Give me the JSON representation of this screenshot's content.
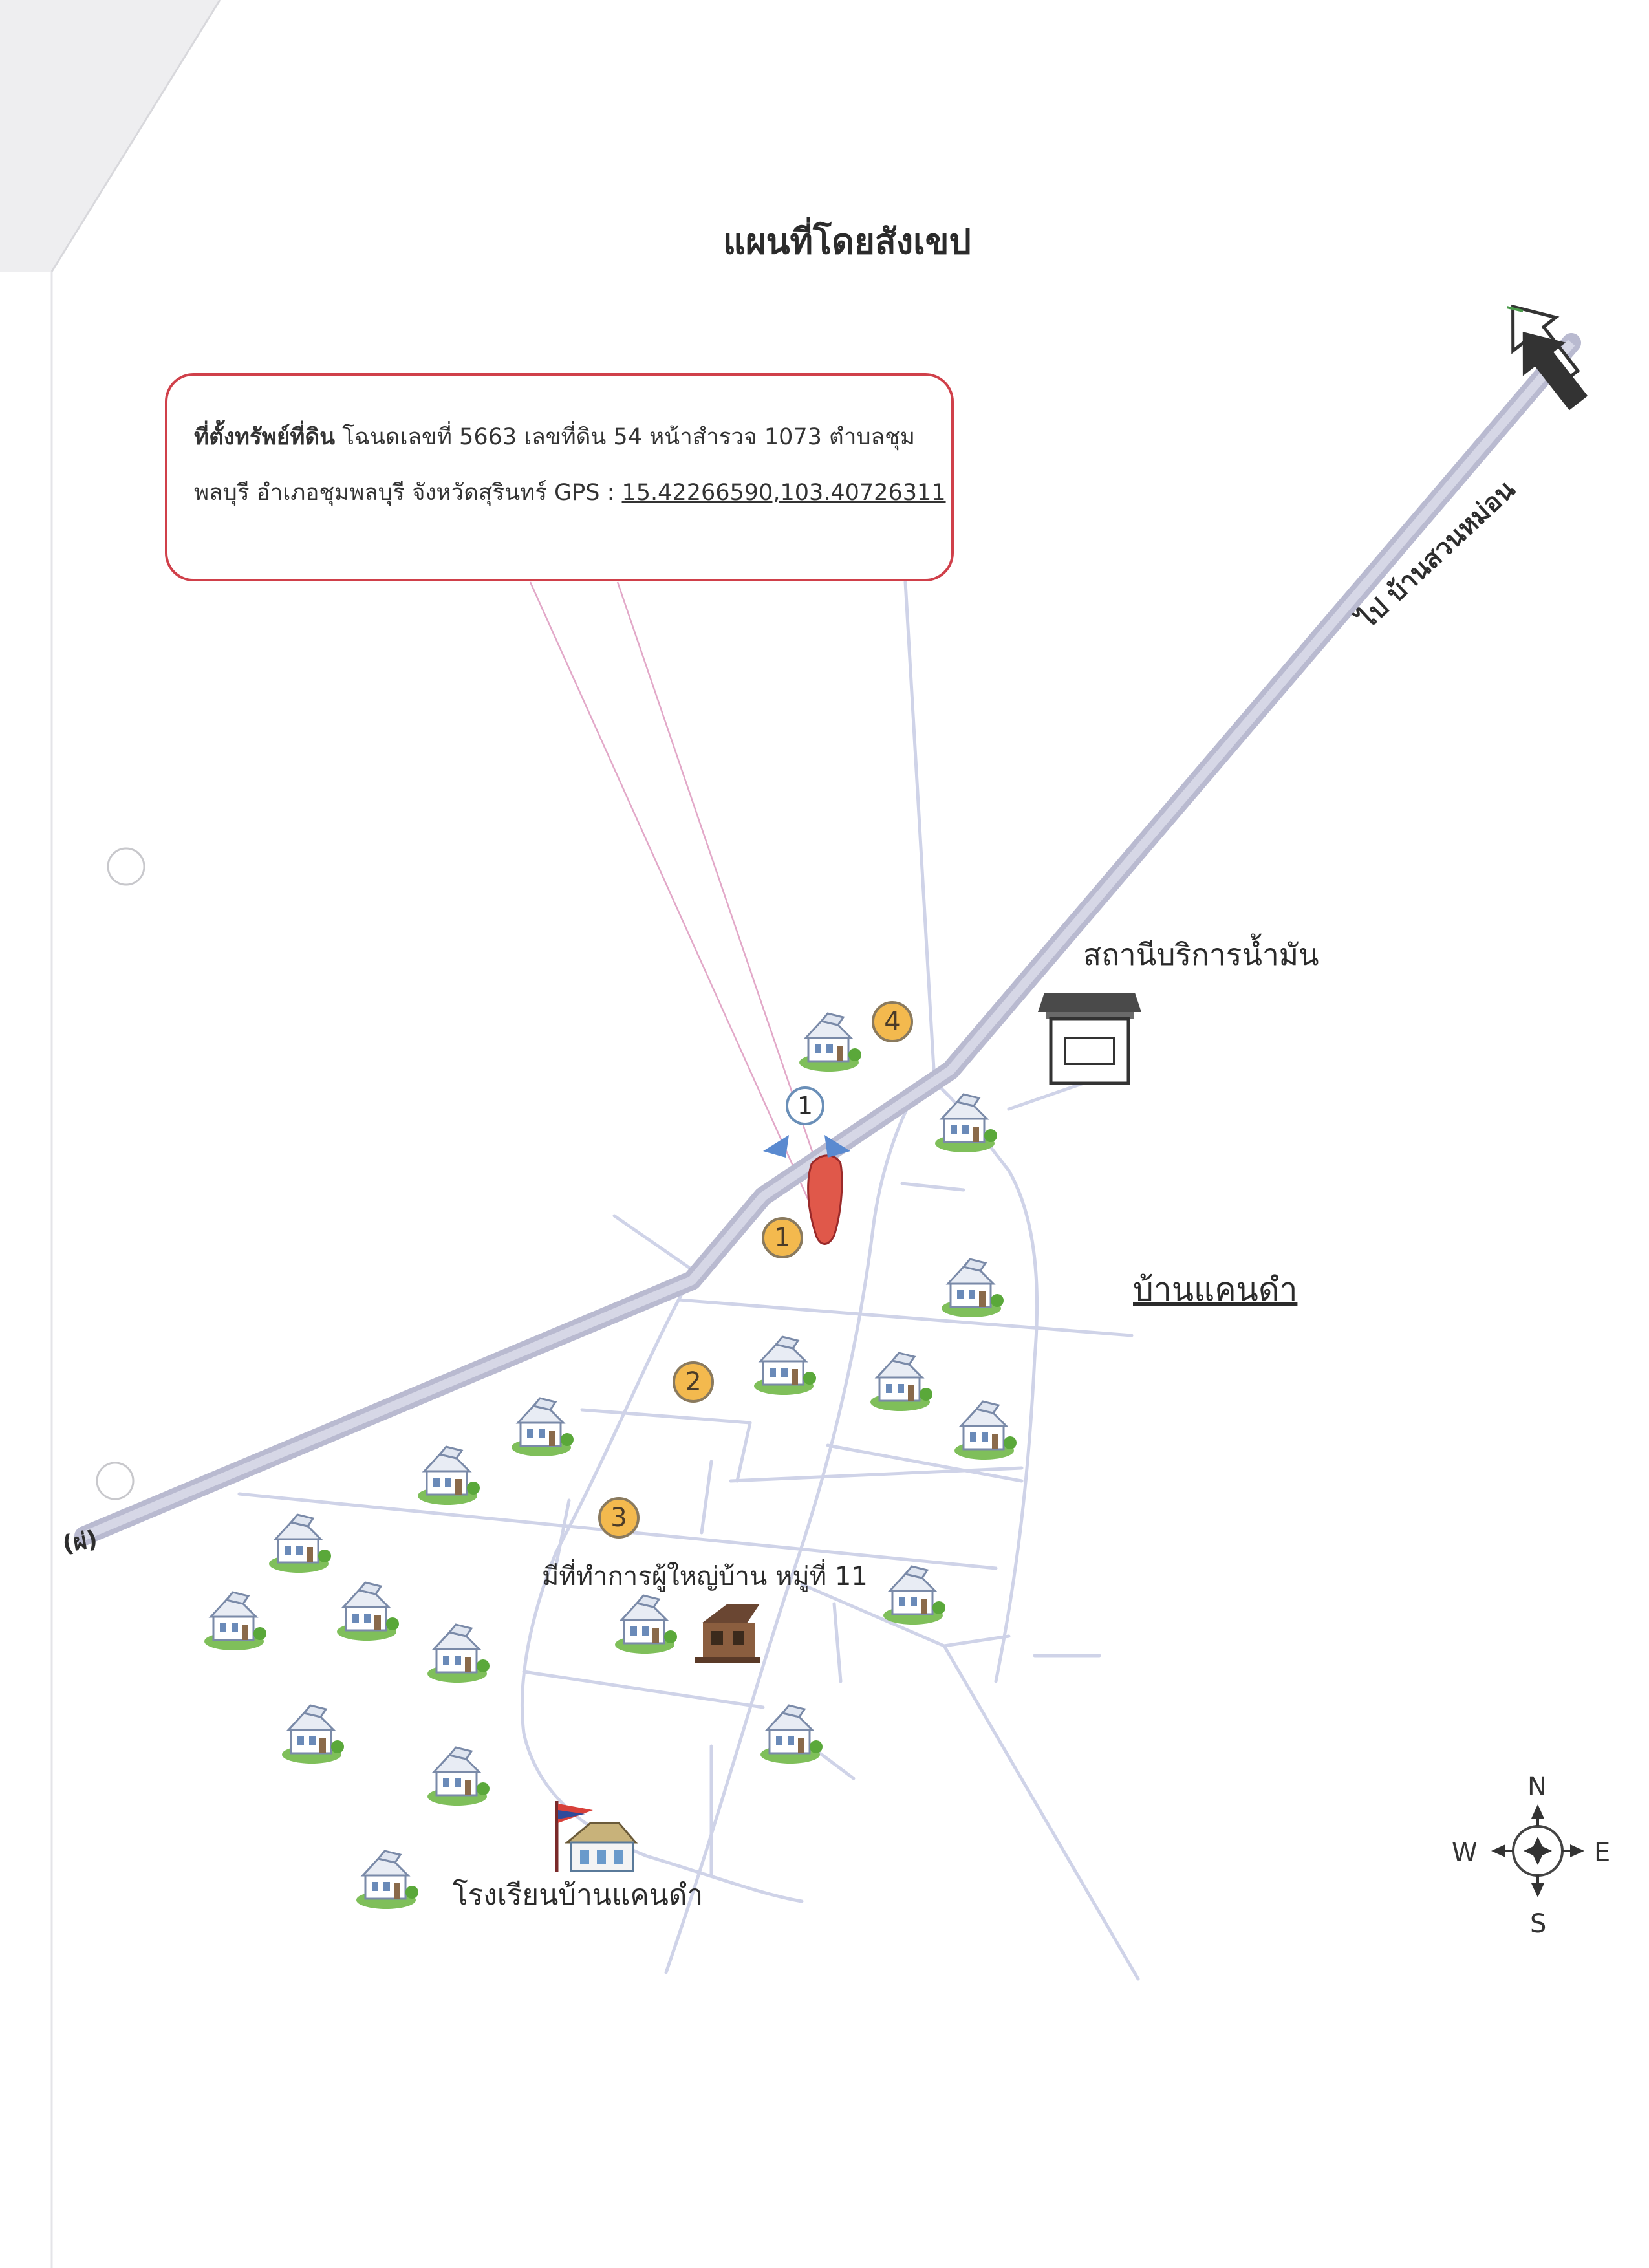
{
  "title": "แผนที่โดยสังเขป",
  "location_box": {
    "label": "ที่ตั้งทรัพย์ที่ดิน",
    "line1": "โฉนดเลขที่ 5663 เลขที่ดิน 54 หน้าสำรวจ 1073 ตำบลชุม",
    "line2_prefix": "พลบุรี อำเภอชุมพลบุรี จังหวัดสุรินทร์ GPS :",
    "gps": "15.42266590,103.40726311"
  },
  "road_labels": {
    "to_northeast": "ไป บ้านสวนหม่อน",
    "to_west": "(ผ่)"
  },
  "landmarks": {
    "gas_station": "สถานีบริการน้ำมัน",
    "village": "บ้านแคนดำ",
    "headman_office": "มีที่ทำการผู้ใหญ่บ้าน หมู่ที่ 11",
    "school": "โรงเรียนบ้านแคนดำ"
  },
  "markers": [
    "1",
    "2",
    "3",
    "4"
  ],
  "view_marker": "1",
  "compass": {
    "n": "N",
    "s": "S",
    "e": "E",
    "w": "W"
  },
  "colors": {
    "main_road": "#c9cade",
    "side_road": "#cfd3e8",
    "subject_parcel": "#e0584a",
    "marker_fill": "#f3b94e",
    "box_border": "#d0404a",
    "sight_line": "#e8a0c0"
  },
  "icons": {
    "houses": "house-icon",
    "gas_station": "gas-station-icon",
    "office": "village-office-icon",
    "school": "school-icon",
    "north_arrow": "direction-arrow-icon",
    "compass": "compass-rose-icon"
  }
}
